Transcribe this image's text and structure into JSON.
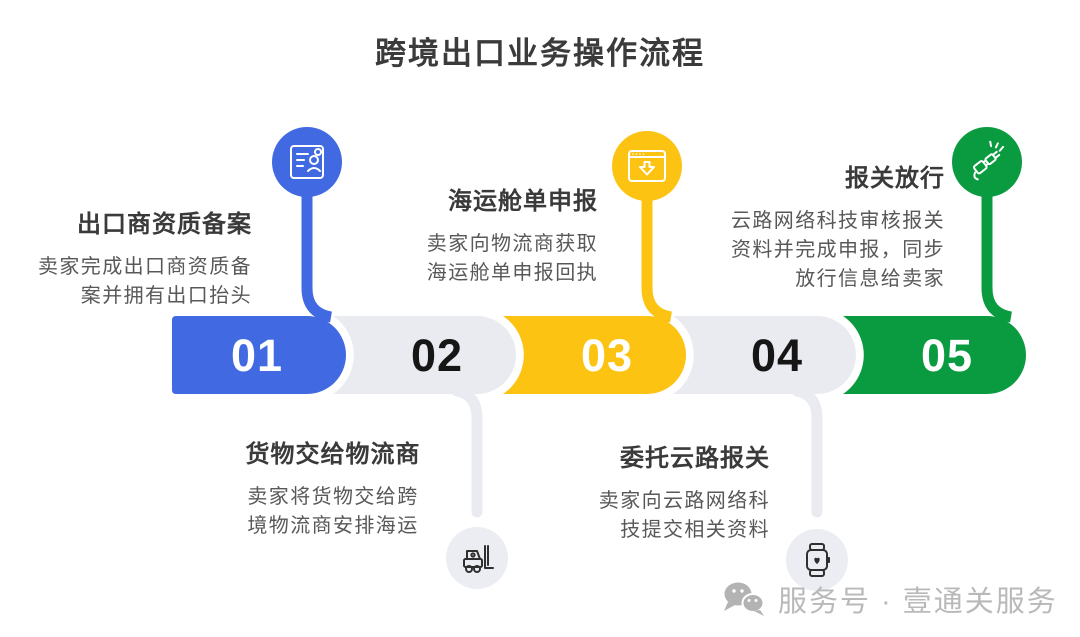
{
  "title": "跨境出口业务操作流程",
  "steps": [
    {
      "number": "01",
      "title": "出口商资质备案",
      "description": "卖家完成出口商资质备\n案并拥有出口抬头",
      "color": "#4169e1",
      "icon": "registration-form-icon",
      "text_position": "top"
    },
    {
      "number": "02",
      "title": "货物交给物流商",
      "description": "卖家将货物交给跨\n境物流商安排海运",
      "color": "#e9ebf0",
      "icon": "forklift-icon",
      "text_position": "bottom"
    },
    {
      "number": "03",
      "title": "海运舱单申报",
      "description": "卖家向物流商获取\n海运舱单申报回执",
      "color": "#fdc313",
      "icon": "download-window-icon",
      "text_position": "top"
    },
    {
      "number": "04",
      "title": "委托云路报关",
      "description": "卖家向云路网络科\n技提交相关资料",
      "color": "#e9ebf0",
      "icon": "smartwatch-icon",
      "text_position": "bottom"
    },
    {
      "number": "05",
      "title": "报关放行",
      "description": "云路网络科技审核报关\n资料并完成申报，同步\n放行信息给卖家",
      "color": "#0a9b40",
      "icon": "plug-connection-icon",
      "text_position": "top"
    }
  ],
  "watermark": {
    "label": "服务号 · 壹通关服务",
    "icon": "wechat-icon"
  },
  "colors": {
    "step_blue": "#4169e1",
    "step_yellow": "#fdc313",
    "step_green": "#0a9b40",
    "inactive_pill_gray": "#e9ebf0",
    "icon_circle_gray": "#ebedf3",
    "title_text": "#3a3a3a",
    "desc_text": "#585858",
    "watermark_gray": "#b9b9b9"
  }
}
